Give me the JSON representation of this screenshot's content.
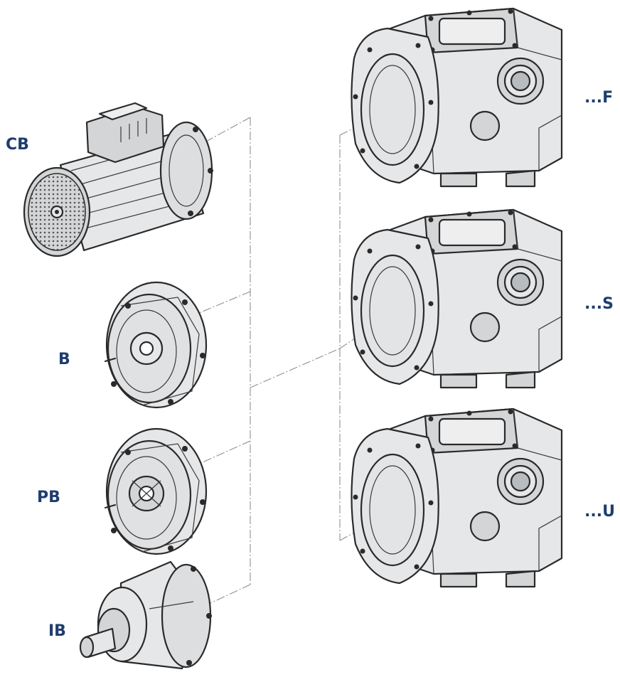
{
  "labels": {
    "motor": "CB",
    "adapter_b": "B",
    "adapter_pb": "PB",
    "adapter_ib": "IB",
    "gearbox_f": "...F",
    "gearbox_s": "...S",
    "gearbox_u": "...U"
  },
  "icons": {
    "motor": "electric-motor-icon",
    "adapter_b": "motor-adapter-flange-icon",
    "adapter_pb": "coupling-adapter-flange-icon",
    "adapter_ib": "input-shaft-adapter-icon",
    "gearbox": "helical-bevel-gearbox-icon"
  },
  "colors": {
    "label": "#1f3d6e",
    "body": "#e6e7e8",
    "body_shade": "#d3d5d7",
    "ink": "#2a2a2a",
    "connector": "#8f8f8f"
  }
}
